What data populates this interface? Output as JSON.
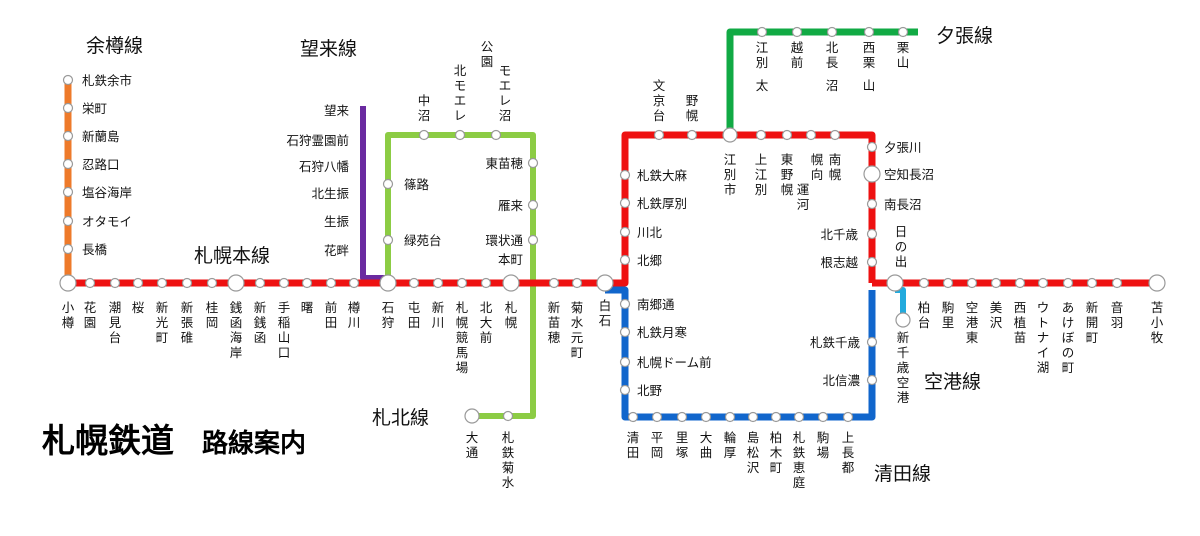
{
  "title": "札幌鉄道",
  "subtitle": "路線案内",
  "colors": {
    "main": "#ee1111",
    "otaru": "#ee7a2a",
    "bourai": "#6a2aa0",
    "satsukita": "#8ccc44",
    "yubari": "#11aa44",
    "kiyota": "#1166cc",
    "airport": "#22aadd"
  },
  "lines": {
    "main": {
      "name": "札幌本線",
      "stations": [
        "小樽",
        "花園",
        "潮見台",
        "桜",
        "新光町",
        "新張碓",
        "桂岡",
        "銭函海岸",
        "新銭函",
        "手稲山口",
        "曙",
        "前田",
        "樽川",
        "石狩",
        "屯田",
        "新川",
        "札幌競馬場",
        "北大前",
        "札幌",
        "新苗穂",
        "菊水元町",
        "白石",
        "柏台",
        "駒里",
        "空港東",
        "美沢",
        "西植苗",
        "ウトナイ湖",
        "あけぼの町",
        "新開町",
        "音羽",
        "苫小牧"
      ]
    },
    "otaru": {
      "name": "余樽線",
      "stations": [
        "札鉄余市",
        "栄町",
        "新蘭島",
        "忍路口",
        "塩谷海岸",
        "オタモイ",
        "長橋"
      ]
    },
    "bourai": {
      "name": "望来線",
      "stations": [
        "望来",
        "石狩霊園前",
        "石狩八幡",
        "北生振",
        "生振",
        "花畔"
      ]
    },
    "satsukita": {
      "name": "札北線",
      "stations": [
        "篠路",
        "緑苑台",
        "中沼",
        "北モエレ",
        "モエレ沼公園",
        "東苗穂",
        "雁来",
        "環状通本町",
        "大通",
        "札鉄菊水"
      ]
    },
    "loop": {
      "stations": [
        "札鉄大麻",
        "札鉄厚別",
        "川北",
        "北郷",
        "文京台",
        "野幌",
        "江別市",
        "上江別",
        "東野幌",
        "幌向運河",
        "南幌",
        "夕張川",
        "空知長沼",
        "南長沼",
        "北千歳",
        "根志越",
        "日の出"
      ]
    },
    "yubari": {
      "name": "夕張線",
      "stations": [
        "江別太",
        "越前",
        "北長沼",
        "西栗山",
        "栗山"
      ]
    },
    "kiyota": {
      "name": "清田線",
      "stations": [
        "南郷通",
        "札鉄月寒",
        "札幌ドーム前",
        "北野",
        "清田",
        "平岡",
        "里塚",
        "大曲",
        "輪厚",
        "島松沢",
        "柏木町",
        "札鉄恵庭",
        "駒場",
        "上長都",
        "札鉄千歳",
        "北信濃"
      ]
    },
    "airport": {
      "name": "空港線",
      "stations": [
        "新千歳空港"
      ]
    }
  }
}
